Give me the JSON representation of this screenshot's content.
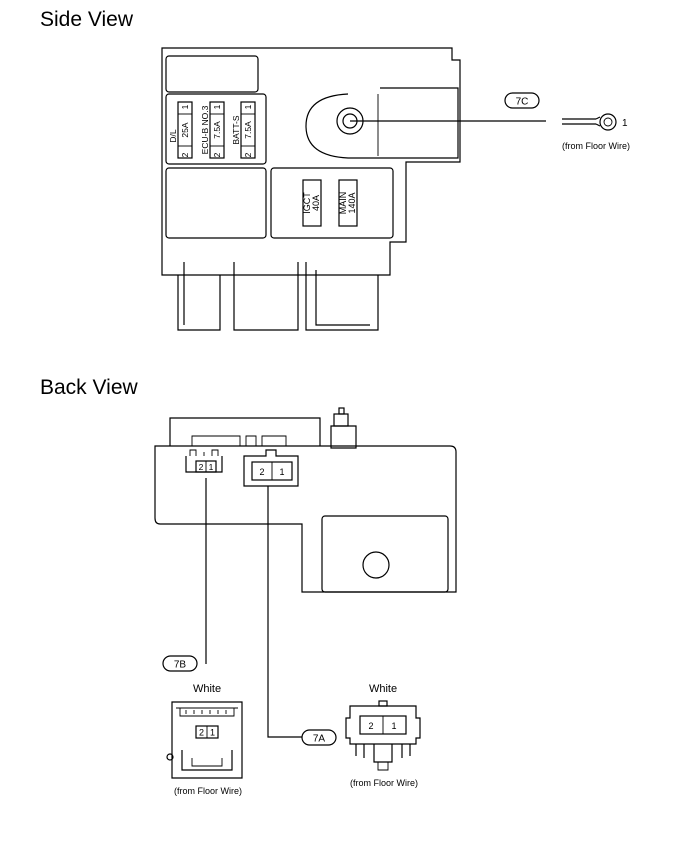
{
  "side_view": {
    "title": "Side View",
    "fuses": [
      {
        "name": "D/L",
        "rating": "25A",
        "pin_left": "2",
        "pin_right": "1"
      },
      {
        "name": "ECU-B NO.3",
        "rating": "7.5A",
        "pin_left": "2",
        "pin_right": "1"
      },
      {
        "name": "BATT-S",
        "rating": "7.5A",
        "pin_left": "2",
        "pin_right": "1"
      }
    ],
    "big_fuses": [
      {
        "name": "IGCT",
        "rating": "40A"
      },
      {
        "name": "MAIN",
        "rating": "140A"
      }
    ],
    "connector_7c": {
      "label": "7C",
      "pin": "1",
      "source": "(from Floor Wire)"
    }
  },
  "back_view": {
    "title": "Back View",
    "connector_7b": {
      "label": "7B",
      "color": "White",
      "pin_left": "2",
      "pin_right": "1",
      "source": "(from Floor Wire)"
    },
    "connector_7a": {
      "label": "7A",
      "color": "White",
      "pin_left": "2",
      "pin_right": "1",
      "source": "(from Floor Wire)"
    },
    "housing_small": {
      "pin_left": "2",
      "pin_right": "1"
    },
    "housing_large": {
      "pin_left": "2",
      "pin_right": "1"
    }
  }
}
